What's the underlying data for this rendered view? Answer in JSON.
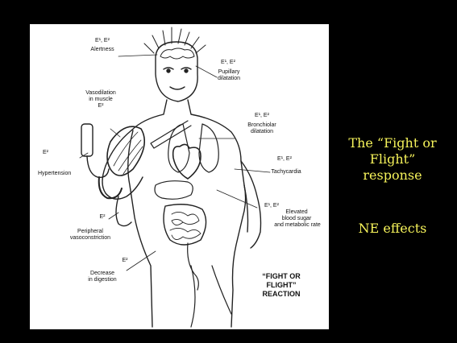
{
  "slide": {
    "title_lines": [
      "The “Fight or",
      "Flight”",
      "response"
    ],
    "subtitle": "NE effects",
    "text_color": "#f6f35a",
    "background": "#000000"
  },
  "diagram": {
    "labels": {
      "alertness_hormones": "E¹, E²",
      "alertness": "Alertness",
      "pupil_hormones": "E¹, E²",
      "pupil_line1": "Pupillary",
      "pupil_line2": "dilatation",
      "vaso_line1": "Vasodilation",
      "vaso_line2": "in muscle",
      "vaso_hormone": "E²",
      "bronch_hormones": "E¹, E²",
      "bronch_line1": "Bronchiolar",
      "bronch_line2": "dilatation",
      "hyper_hormone": "E²",
      "hypertension": "Hypertension",
      "tachy_hormones": "E¹, E²",
      "tachycardia": "Tachycardia",
      "blood_hormones": "E¹, E²",
      "blood_line1": "Elevated",
      "blood_line2": "blood sugar",
      "blood_line3": "and metabolic rate",
      "periph_hormone": "E²",
      "periph_line1": "Peripheral",
      "periph_line2": "vasoconstriction",
      "digest_hormone": "E²",
      "digest_line1": "Decrease",
      "digest_line2": "in digestion",
      "reaction_line1": "“FIGHT OR",
      "reaction_line2": "FLIGHT”",
      "reaction_line3": "REACTION"
    }
  }
}
